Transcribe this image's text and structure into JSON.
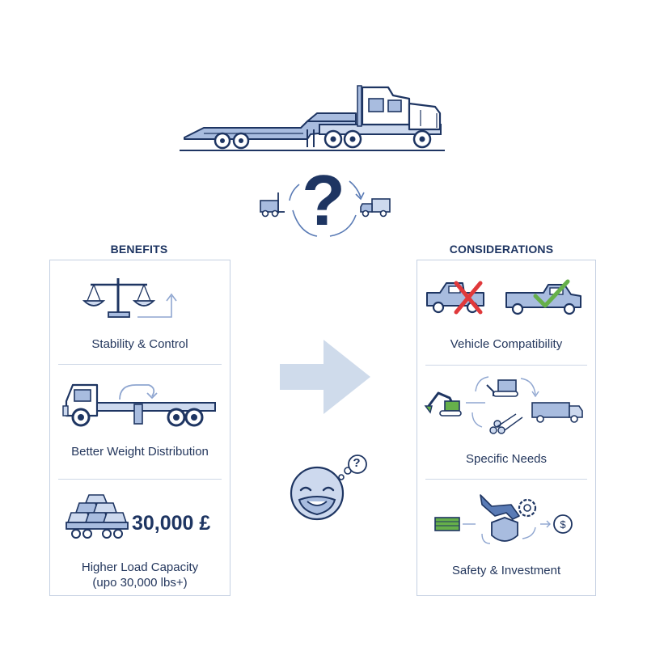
{
  "benefits": {
    "header": "BENEFITS",
    "items": [
      {
        "label": "Stability & Control"
      },
      {
        "label": "Better Weight Distribution"
      },
      {
        "label": "Higher Load Capacity",
        "sublabel": "(upo 30,000 lbs+)",
        "figure": "30,000 £"
      }
    ]
  },
  "considerations": {
    "header": "CONSIDERATIONS",
    "items": [
      {
        "label": "Vehicle Compatibility"
      },
      {
        "label": "Specific Needs"
      },
      {
        "label": "Safety & Investment"
      }
    ]
  },
  "question_mark": "?",
  "thought_mark": "?",
  "colors": {
    "navy": "#1e3562",
    "blue": "#5a7bb5",
    "light_blue": "#cdd9ee",
    "red": "#e0393b",
    "green": "#66b04a"
  }
}
